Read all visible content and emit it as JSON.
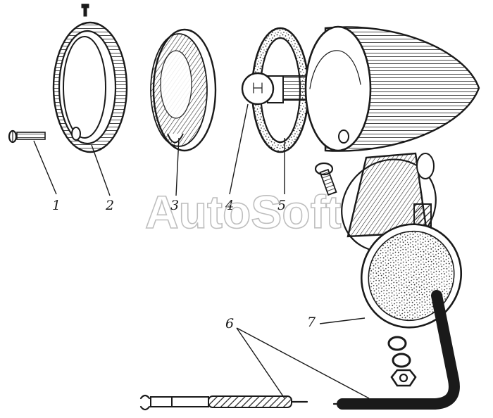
{
  "watermark": "AutoSoft",
  "labels": {
    "l1": "1",
    "l2": "2",
    "l3": "3",
    "l4": "4",
    "l5": "5",
    "l6": "6",
    "l7": "7"
  }
}
